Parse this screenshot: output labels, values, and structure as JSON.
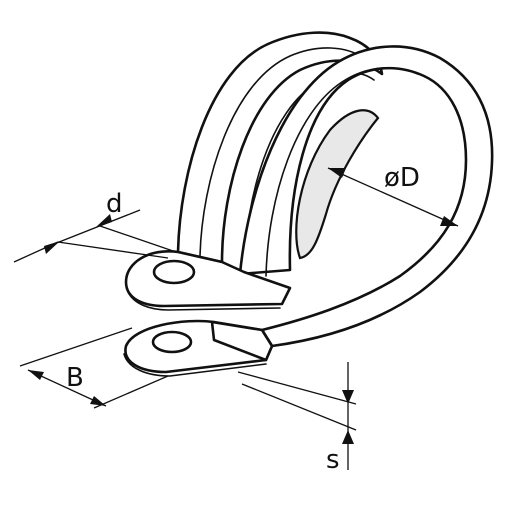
{
  "labels": {
    "d": "d",
    "diameter": "øD",
    "width": "B",
    "thickness": "s"
  },
  "colors": {
    "ink": "#111111",
    "background": "#ffffff",
    "bore": "#e8e8e8"
  }
}
